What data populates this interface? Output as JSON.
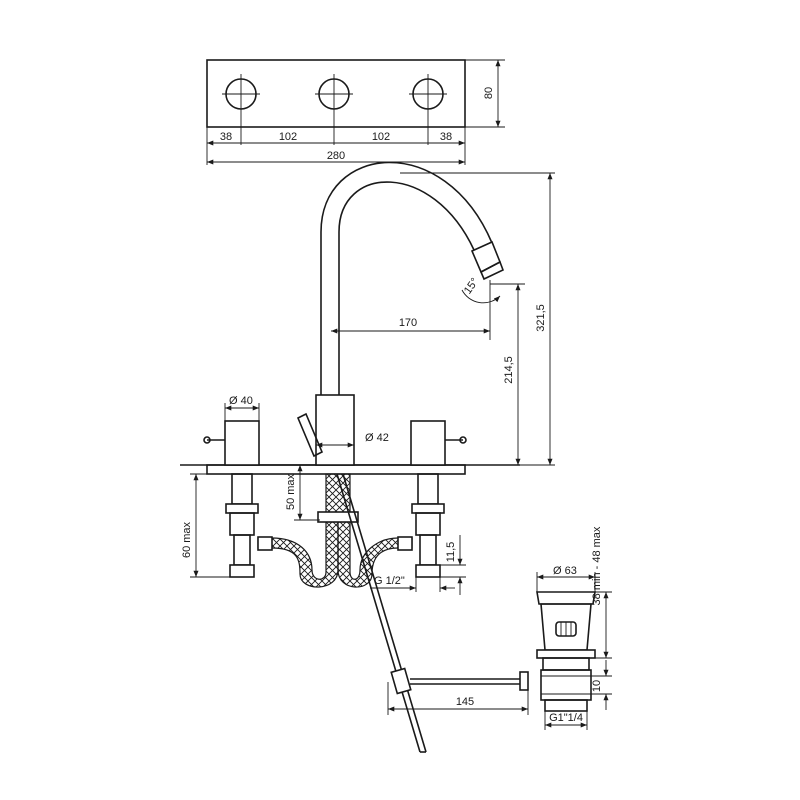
{
  "dimensions": {
    "top_seg_1": "38",
    "top_seg_2": "102",
    "top_seg_3": "102",
    "top_seg_4": "38",
    "top_total": "280",
    "plate_height": "80",
    "spout_reach": "170",
    "spout_height": "214,5",
    "total_height": "321,5",
    "swivel_angle": "15°",
    "handle_diameter": "Ø 40",
    "body_diameter": "Ø 42",
    "deck_thickness_max": "50 max",
    "shank_length_max": "60 max",
    "nut_height": "11,5",
    "inlet_thread": "G 1/2\"",
    "drain_diameter": "Ø 63",
    "drain_range": "38 min - 48 max",
    "rod_length": "145",
    "drain_step": "10",
    "drain_thread": "G1\"1/4"
  }
}
